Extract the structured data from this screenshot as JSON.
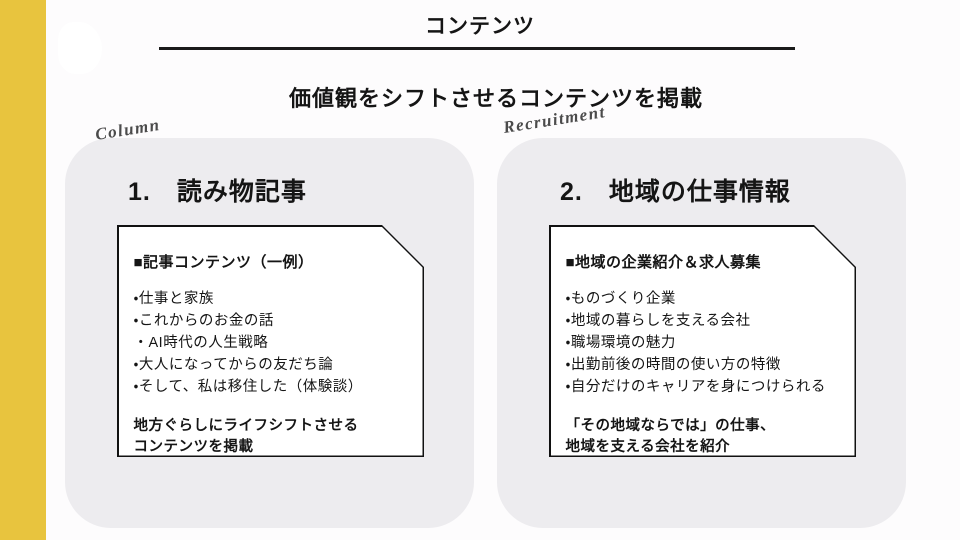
{
  "slide": {
    "title": "コンテンツ",
    "subtitle": "価値観をシフトさせるコンテンツを掲載",
    "accent_color": "#E8C43E",
    "card_bg_color": "#EDECEF",
    "cards": [
      {
        "tag": "Column",
        "number": "1.",
        "heading": "読み物記事",
        "note": {
          "header": "■記事コンテンツ（一例）",
          "items": [
            "・仕事と家族",
            "・これからのお金の話",
            "・AI時代の人生戦略",
            "・大人になってからの友だち論",
            "・そして、私は移住した（体験談）"
          ],
          "summary_lines": [
            "地方ぐらしにライフシフトさせる",
            "コンテンツを掲載"
          ]
        }
      },
      {
        "tag": "Recruitment",
        "number": "2.",
        "heading": "地域の仕事情報",
        "note": {
          "header": "■地域の企業紹介＆求人募集",
          "items": [
            "・ものづくり企業",
            "・地域の暮らしを支える会社",
            "・職場環境の魅力",
            "・出勤前後の時間の使い方の特徴",
            "・自分だけのキャリアを身につけられる"
          ],
          "summary_lines": [
            "「その地域ならでは」の仕事、",
            "地域を支える会社を紹介"
          ]
        }
      }
    ]
  }
}
